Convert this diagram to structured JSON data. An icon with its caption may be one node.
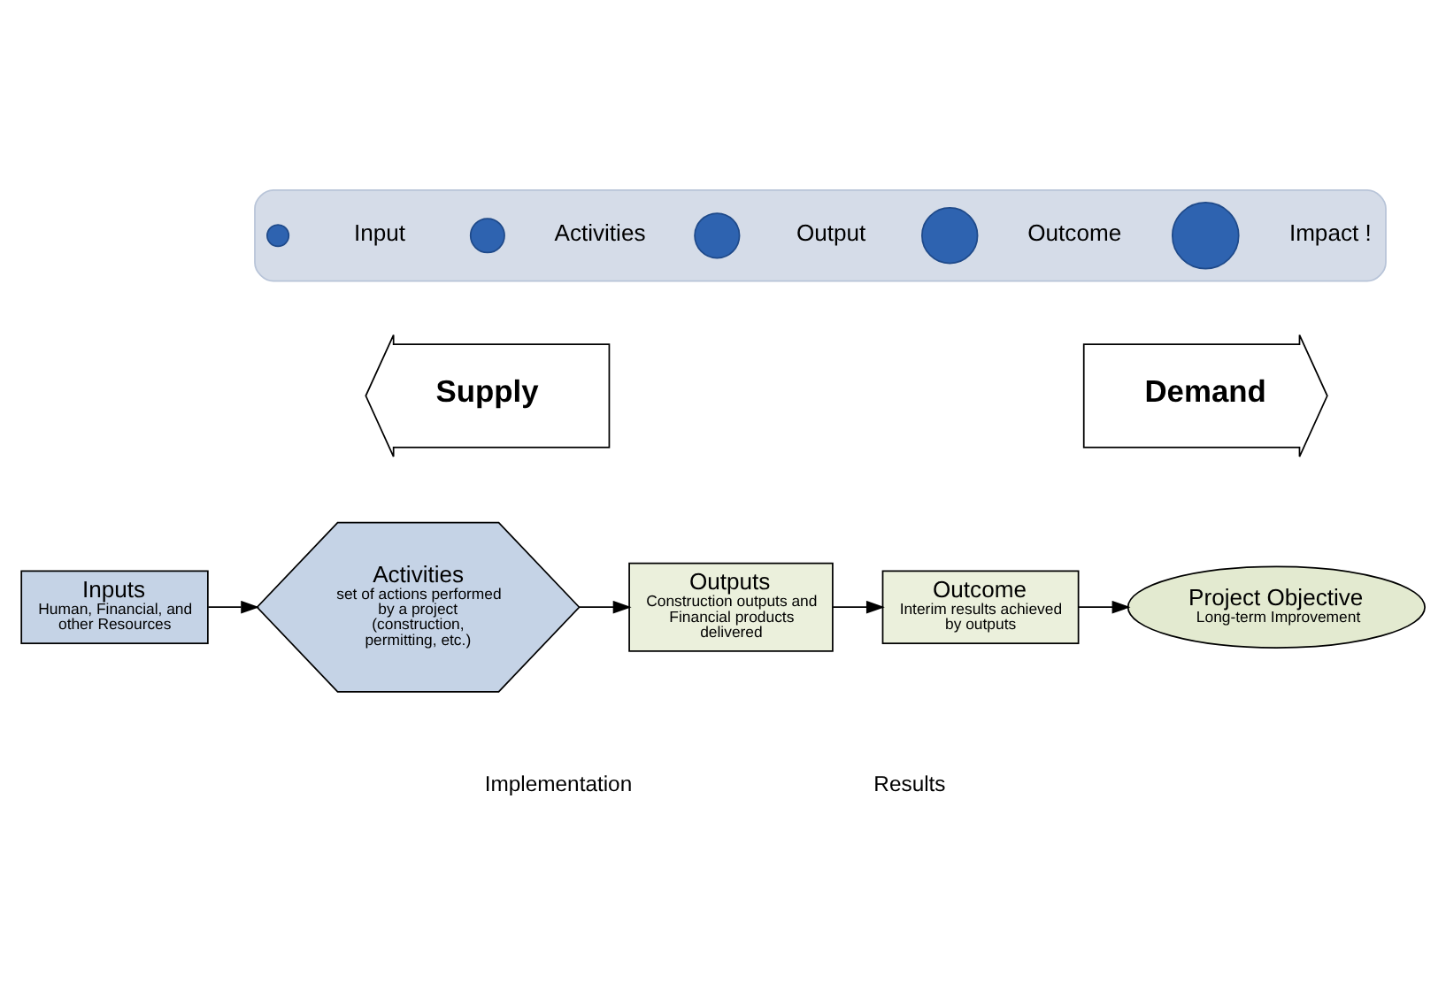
{
  "diagram": {
    "nodes": [
      {
        "text": [],
        "shape": "arrow"
      },
      {
        "text": [],
        "shape": "circle",
        "beside": [
          "Input"
        ],
        "in": 0
      },
      {
        "text": [],
        "shape": "circle",
        "beside": [
          "Activities"
        ],
        "in": 0
      },
      {
        "text": [],
        "shape": "circle",
        "beside": [
          "Output"
        ],
        "in": 0
      },
      {
        "text": [],
        "shape": "circle",
        "beside": [
          "Outcome"
        ],
        "in": 0
      },
      {
        "text": [],
        "shape": "circle",
        "beside": [
          "Impact !"
        ],
        "in": 0
      },
      {
        "text": [
          "Supply"
        ]
      },
      {
        "text": [
          "Demand"
        ]
      },
      {
        "text": [
          "Inputs",
          "Human, Financial, and other Resources"
        ]
      },
      {
        "text": [
          "Activities",
          "set of actions performed by a project (construction, permitting, etc.)"
        ]
      },
      {
        "text": [
          "Outputs",
          "Construction outputs and Financial products delivered"
        ]
      },
      {
        "text": [
          "Outcome",
          "Interim results achieved by outputs"
        ]
      },
      {
        "text": [
          "Project Objective",
          "Long-term Improvement"
        ]
      }
    ],
    "edges": [
      {
        "from": 8,
        "to": 9,
        "arrow": "to"
      },
      {
        "from": 9,
        "to": 10,
        "arrow": "to"
      },
      {
        "from": 10,
        "to": 11,
        "arrow": "to"
      },
      {
        "from": 11,
        "to": 12,
        "arrow": "to"
      }
    ],
    "labels": [
      "Implementation",
      "Results"
    ]
  }
}
